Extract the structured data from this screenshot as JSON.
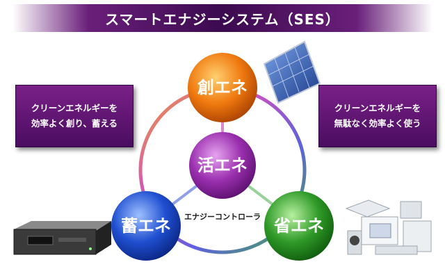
{
  "title": "スマートエナジーシステム（SES）",
  "left_box": {
    "line1": "クリーンエネルギーを",
    "line2": "効率よく創り、蓄える"
  },
  "right_box": {
    "line1": "クリーンエネルギーを",
    "line2": "無駄なく効率よく使う"
  },
  "nodes": {
    "top": {
      "label": "創エネ",
      "color": "#f07a10"
    },
    "center": {
      "label": "活エネ",
      "color": "#9a2fae"
    },
    "left": {
      "label": "蓄エネ",
      "color": "#1f4fd0"
    },
    "right": {
      "label": "省エネ",
      "color": "#2f9a28"
    }
  },
  "center_caption": "エナジーコントローラ",
  "icons": [
    "solar-panel-icon",
    "battery-storage-unit-icon",
    "hvac-equipment-icon"
  ]
}
